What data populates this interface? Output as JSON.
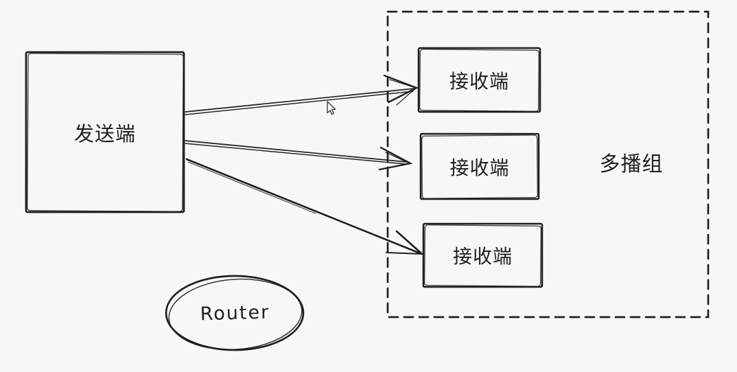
{
  "colors": {
    "background": "#f7f8f5",
    "stroke": "#1f1f1f"
  },
  "diagram": {
    "sender": {
      "label": "发送端"
    },
    "receivers": [
      {
        "label": "接收端"
      },
      {
        "label": "接收端"
      },
      {
        "label": "接收端"
      }
    ],
    "multicast_group": {
      "label": "多播组"
    },
    "router": {
      "label": "Router"
    }
  }
}
